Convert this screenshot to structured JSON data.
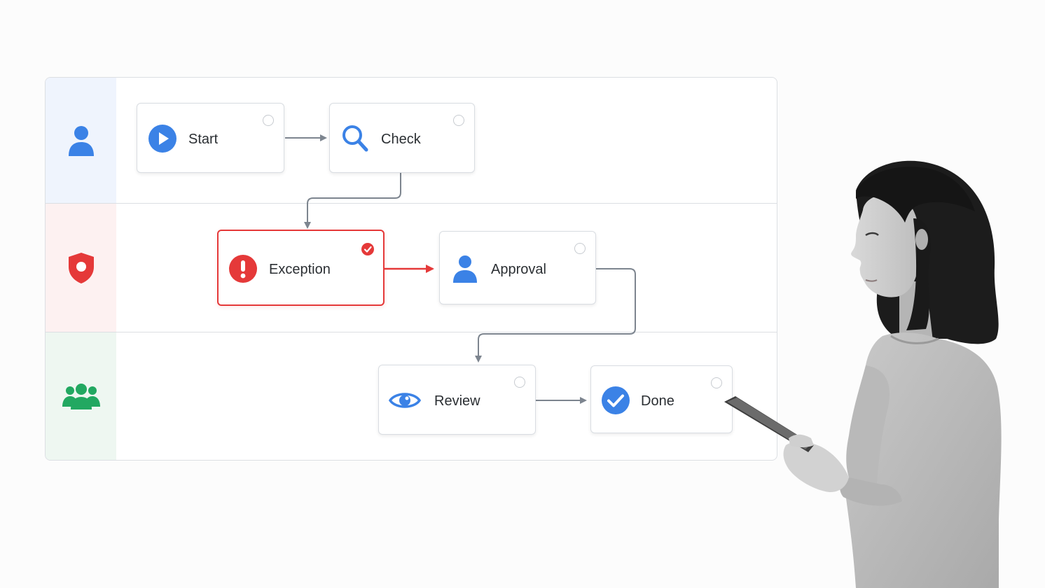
{
  "lanes": [
    {
      "id": "user",
      "icon": "person-icon",
      "color": "#3b82e6"
    },
    {
      "id": "security",
      "icon": "shield-icon",
      "color": "#e53939"
    },
    {
      "id": "team",
      "icon": "group-icon",
      "color": "#22a861"
    }
  ],
  "nodes": {
    "start": {
      "label": "Start",
      "icon": "play-icon",
      "status": "unchecked"
    },
    "check": {
      "label": "Check",
      "icon": "search-icon",
      "status": "unchecked"
    },
    "exception": {
      "label": "Exception",
      "icon": "alert-icon",
      "status": "checked"
    },
    "approval": {
      "label": "Approval",
      "icon": "person-icon",
      "status": "unchecked"
    },
    "review": {
      "label": "Review",
      "icon": "eye-icon",
      "status": "unchecked"
    },
    "done": {
      "label": "Done",
      "icon": "checkmark-icon",
      "status": "unchecked"
    }
  },
  "edges": [
    {
      "from": "start",
      "to": "check"
    },
    {
      "from": "check",
      "to": "exception"
    },
    {
      "from": "exception",
      "to": "approval",
      "highlight": true
    },
    {
      "from": "approval",
      "to": "review"
    },
    {
      "from": "review",
      "to": "done"
    }
  ],
  "colors": {
    "accent_blue": "#3b82e6",
    "alert_red": "#e53939",
    "team_green": "#22a861",
    "connector_gray": "#7d858f"
  },
  "figure": "woman-holding-tablet"
}
